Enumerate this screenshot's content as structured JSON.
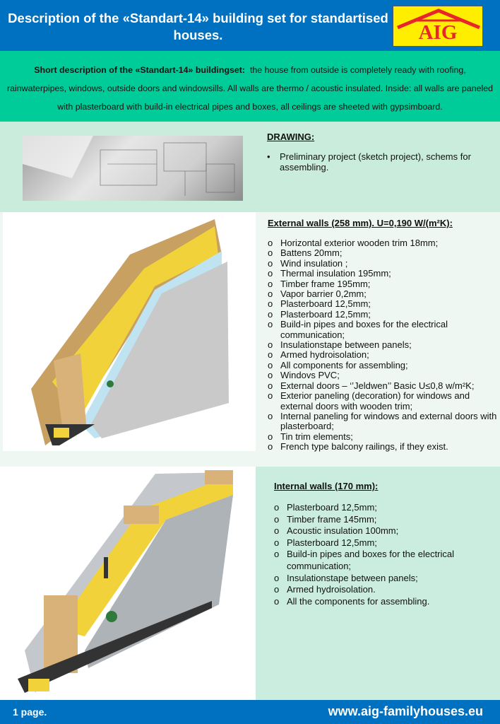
{
  "header": {
    "title": "Description of the «Standart-14» building set for standartised houses.",
    "logo_text": "AIG"
  },
  "intro": {
    "label": "Short description of the «Standart-14» buildingset:",
    "text": "the house from outside is completely ready with roofing, rainwaterpipes, windows, outside doors and windowsills. All walls are thermo / acoustic insulated. Inside: all walls are paneled with plasterboard with build-in electrical pipes and boxes, all ceilings are sheeted with gypsimboard."
  },
  "drawing": {
    "heading": "DRAWING:",
    "items": [
      "Preliminary project (sketch project), schems for assembling."
    ]
  },
  "external": {
    "heading": "External  walls (258 mm). U=0,190 W/(m²K):",
    "items": [
      "Horizontal exterior wooden trim 18mm;",
      "Battens 20mm;",
      "Wind insulation ;",
      "Thermal insulation 195mm;",
      "Timber frame 195mm;",
      "Vapor barrier 0,2mm;",
      "Plasterboard 12,5mm;",
      "Plasterboard 12,5mm;",
      "Build-in pipes and boxes for  the electrical communication;",
      "Insulationstape between panels;",
      "Armed hydroisolation;",
      "All components for assembling;",
      "Windovs PVC;",
      "External doors – ‘’Jeldwen’’ Basic U≤0,8 w/m²K;",
      "Exterior paneling (decoration) for windows and external doors with wooden trim;",
      "Internal paneling for windows and external doors with plasterboard;",
      "Tin trim elements;",
      "French type balcony railings, if they exist."
    ]
  },
  "internal": {
    "heading": "Internal walls (170 mm):",
    "items": [
      " Plasterboard 12,5mm;",
      "Timber frame 145mm;",
      "Acoustic insulation 100mm;",
      " Plasterboard 12,5mm;",
      "Build-in pipes and boxes for  the electrical communication;",
      "Insulationstape between panels;",
      "Armed hydroisolation.",
      "All the components for assembling."
    ]
  },
  "footer": {
    "page": "1 page.",
    "url": "www.aig-familyhouses.eu"
  },
  "colors": {
    "blue": "#0070c0",
    "teal": "#00cc99",
    "logo_yellow": "#ffee00",
    "logo_red": "#e8262a"
  }
}
